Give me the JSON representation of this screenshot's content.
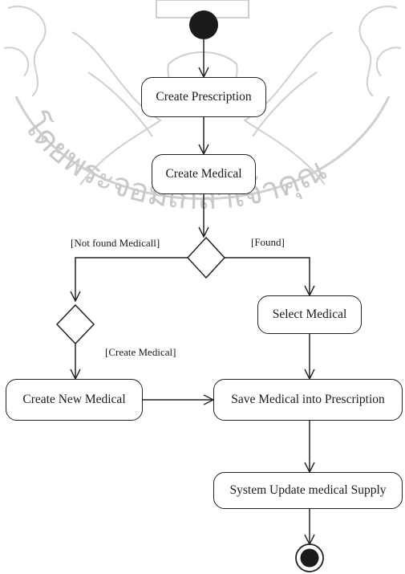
{
  "diagram": {
    "nodes": {
      "create_prescription": "Create Prescription",
      "create_medical": "Create Medical",
      "select_medical": "Select Medical",
      "create_new_medical": "Create New Medical",
      "save_medical": "Save Medical into Prescription",
      "system_update": "System Update medical Supply"
    },
    "guards": {
      "not_found": "[Not found Medicall]",
      "found": "[Found]",
      "create_medical": "[Create Medical]"
    }
  },
  "watermark": {
    "script": "โดยพระจอมเกล้าเจ้าคุณ",
    "color": "#c8c8c8"
  }
}
